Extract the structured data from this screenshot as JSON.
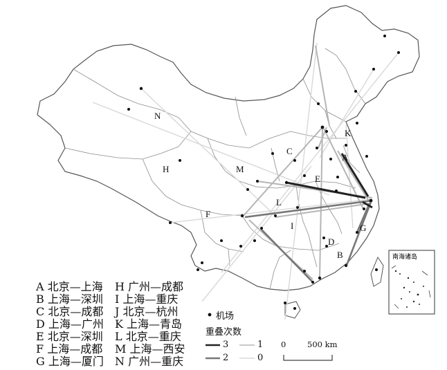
{
  "routes": [
    {
      "code": "A",
      "label": "A 北京—上海"
    },
    {
      "code": "B",
      "label": "B 上海—深圳"
    },
    {
      "code": "C",
      "label": "C 北京—成都"
    },
    {
      "code": "D",
      "label": "D 上海—广州"
    },
    {
      "code": "E",
      "label": "E 北京—深圳"
    },
    {
      "code": "F",
      "label": "F 上海—成都"
    },
    {
      "code": "G",
      "label": "G 上海—厦门"
    },
    {
      "code": "H",
      "label": "H 广州—成都"
    },
    {
      "code": "I",
      "label": "I 上海—重庆"
    },
    {
      "code": "J",
      "label": "J 北京—杭州"
    },
    {
      "code": "K",
      "label": "K 上海—青岛"
    },
    {
      "code": "L",
      "label": "L 北京—重庆"
    },
    {
      "code": "M",
      "label": "M 上海—西安"
    },
    {
      "code": "N",
      "label": "N 广州—重庆"
    }
  ],
  "map_letters": [
    "N",
    "H",
    "M",
    "C",
    "E",
    "L",
    "I",
    "F",
    "A",
    "K",
    "D",
    "B",
    "G"
  ],
  "legend": {
    "airport_label": "机场",
    "overlap_title": "重叠次数",
    "overlap_levels": [
      {
        "value": "3",
        "color": "#222222"
      },
      {
        "value": "2",
        "color": "#777777"
      },
      {
        "value": "1",
        "color": "#b5b5b5"
      },
      {
        "value": "0",
        "color": "#d8d8d8"
      }
    ]
  },
  "inset_title": "南海诸岛",
  "scale": {
    "zero": "0",
    "label": "500 km"
  }
}
